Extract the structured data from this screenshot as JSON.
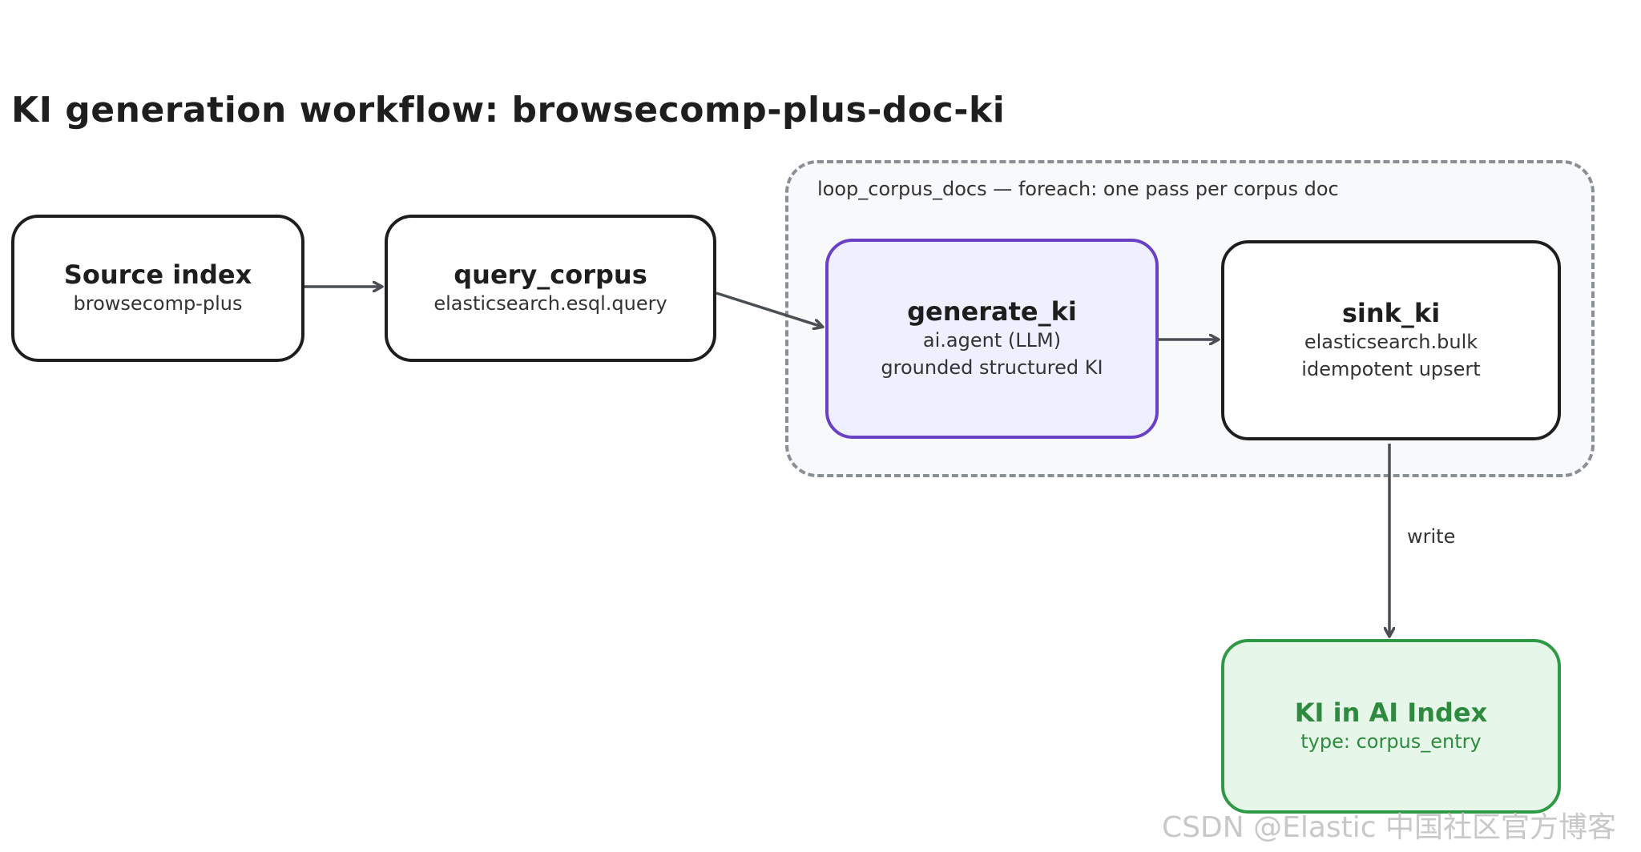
{
  "title": "KI generation workflow: browsecomp-plus-doc-ki",
  "loop": {
    "label": "loop_corpus_docs — foreach: one pass per corpus doc"
  },
  "nodes": {
    "source": {
      "name": "Source index",
      "sub": "browsecomp-plus"
    },
    "query": {
      "name": "query_corpus",
      "sub": "elasticsearch.esql.query"
    },
    "generate": {
      "name": "generate_ki",
      "sub1": "ai.agent (LLM)",
      "sub2": "grounded structured KI"
    },
    "sink": {
      "name": "sink_ki",
      "sub1": "elasticsearch.bulk",
      "sub2": "idempotent upsert"
    },
    "ki_index": {
      "name": "KI in AI Index",
      "sub": "type: corpus_entry"
    }
  },
  "edges": {
    "write_label": "write"
  },
  "watermark": "CSDN @Elastic 中国社区官方博客",
  "colors": {
    "default_stroke": "#1e1e1e",
    "generate_stroke": "#6a40c4",
    "generate_fill": "#eef0ff",
    "ki_stroke": "#2e9a45",
    "ki_fill": "#e6f7e9",
    "loop_stroke": "#8a8f96",
    "arrow": "#4a4f55"
  }
}
